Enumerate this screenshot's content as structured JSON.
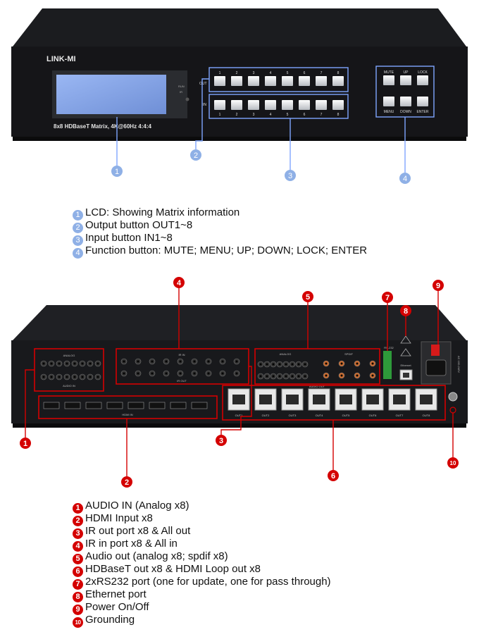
{
  "front": {
    "brand": "LINK-MI",
    "model_text": "8x8 HDBaseT Matrix, 4K@60Hz 4:4:4",
    "status_labels": [
      "RUN",
      "IR"
    ],
    "out_label": "OUT",
    "in_label": "IN",
    "button_numbers": [
      "1",
      "2",
      "3",
      "4",
      "5",
      "6",
      "7",
      "8"
    ],
    "func_top": [
      "MUTE",
      "UP",
      "LOCK"
    ],
    "func_bottom": [
      "MENU",
      "DOWN",
      "ENTER"
    ],
    "callouts": [
      "1",
      "2",
      "3",
      "4"
    ]
  },
  "front_legend": [
    {
      "num": "1",
      "text": "LCD: Showing Matrix information"
    },
    {
      "num": "2",
      "text": "Output button OUT1~8"
    },
    {
      "num": "3",
      "text": "Input button IN1~8"
    },
    {
      "num": "4",
      "text": "Function button: MUTE; MENU; UP; DOWN; LOCK; ENTER"
    }
  ],
  "rear": {
    "analog_label": "ANALOG",
    "audio_in_label": "AUDIO IN",
    "ir_in_label": "IR IN",
    "ir_out_label": "IR OUT",
    "analog_out_label": "ANALOG",
    "spdif_label": "SPDIF",
    "audio_out_label": "AUDIO OUT",
    "hdmi_in_label": "HDMI IN",
    "rs232_label": "RS-232",
    "ethernet_label": "Ethernet",
    "power_label": "AC 100-240V",
    "outputs": [
      "OUT1",
      "OUT2",
      "OUT3",
      "OUT4",
      "OUT5",
      "OUT6",
      "OUT7",
      "OUT8"
    ],
    "callouts": [
      "4",
      "5",
      "7",
      "8",
      "9",
      "1",
      "3",
      "2",
      "6",
      "10"
    ]
  },
  "rear_legend": [
    {
      "num": "1",
      "text": "AUDIO IN (Analog x8)"
    },
    {
      "num": "2",
      "text": "HDMI Input x8"
    },
    {
      "num": "3",
      "text": "IR out port x8 & All out"
    },
    {
      "num": "4",
      "text": "IR in port x8 & All in"
    },
    {
      "num": "5",
      "text": "Audio out (analog x8; spdif x8)"
    },
    {
      "num": "6",
      "text": "HDBaseT out x8 & HDMI Loop out x8"
    },
    {
      "num": "7",
      "text": "2xRS232 port (one for update, one for pass through)"
    },
    {
      "num": "8",
      "text": "Ethernet port"
    },
    {
      "num": "9",
      "text": "Power On/Off"
    },
    {
      "num": "10",
      "text": "Grounding"
    }
  ]
}
